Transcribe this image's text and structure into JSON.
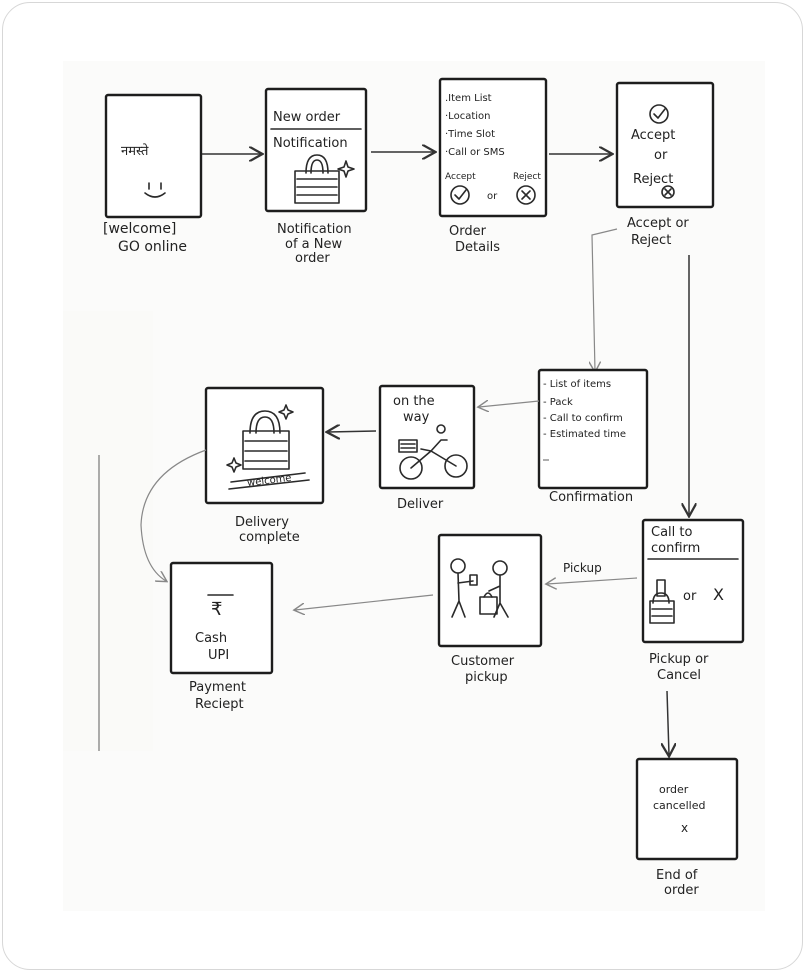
{
  "screens": {
    "welcome": {
      "greeting": "नमस्ते",
      "caption1": "[welcome]",
      "caption2": "GO online"
    },
    "notification": {
      "header1": "New order",
      "header2": "Notification",
      "caption1": "Notification",
      "caption2": "of a New",
      "caption3": "order"
    },
    "details": {
      "items": [
        ".Item List",
        "·Location",
        "·Time Slot",
        "·Call or SMS"
      ],
      "accept": "Accept",
      "reject": "Reject",
      "or": "or",
      "caption1": "Order",
      "caption2": "Details"
    },
    "accept_reject": {
      "accept": "Accept",
      "or": "or",
      "reject": "Reject",
      "caption1": "Accept or",
      "caption2": "Reject"
    },
    "confirmation": {
      "items": [
        "- List of items",
        "- Pack",
        "- Call to confirm",
        "- Estimated time"
      ],
      "caption": "Confirmation"
    },
    "deliver": {
      "header1": "on the",
      "header2": "way",
      "caption": "Deliver"
    },
    "delivery_complete": {
      "label": "welcome",
      "caption1": "Delivery",
      "caption2": "complete"
    },
    "call_confirm": {
      "header1": "Call to",
      "header2": "confirm",
      "or": "or",
      "x": "X",
      "caption1": "Pickup or",
      "caption2": "Cancel"
    },
    "customer_pickup": {
      "caption1": "Customer",
      "caption2": "pickup"
    },
    "payment": {
      "rupee": "₹",
      "method1": "Cash",
      "method2": "UPI",
      "caption1": "Payment",
      "caption2": "Reciept"
    },
    "cancelled": {
      "line1": "order",
      "line2": "cancelled",
      "x": "x",
      "caption1": "End of",
      "caption2": "order"
    }
  },
  "arrow_labels": {
    "pickup": "Pickup"
  }
}
